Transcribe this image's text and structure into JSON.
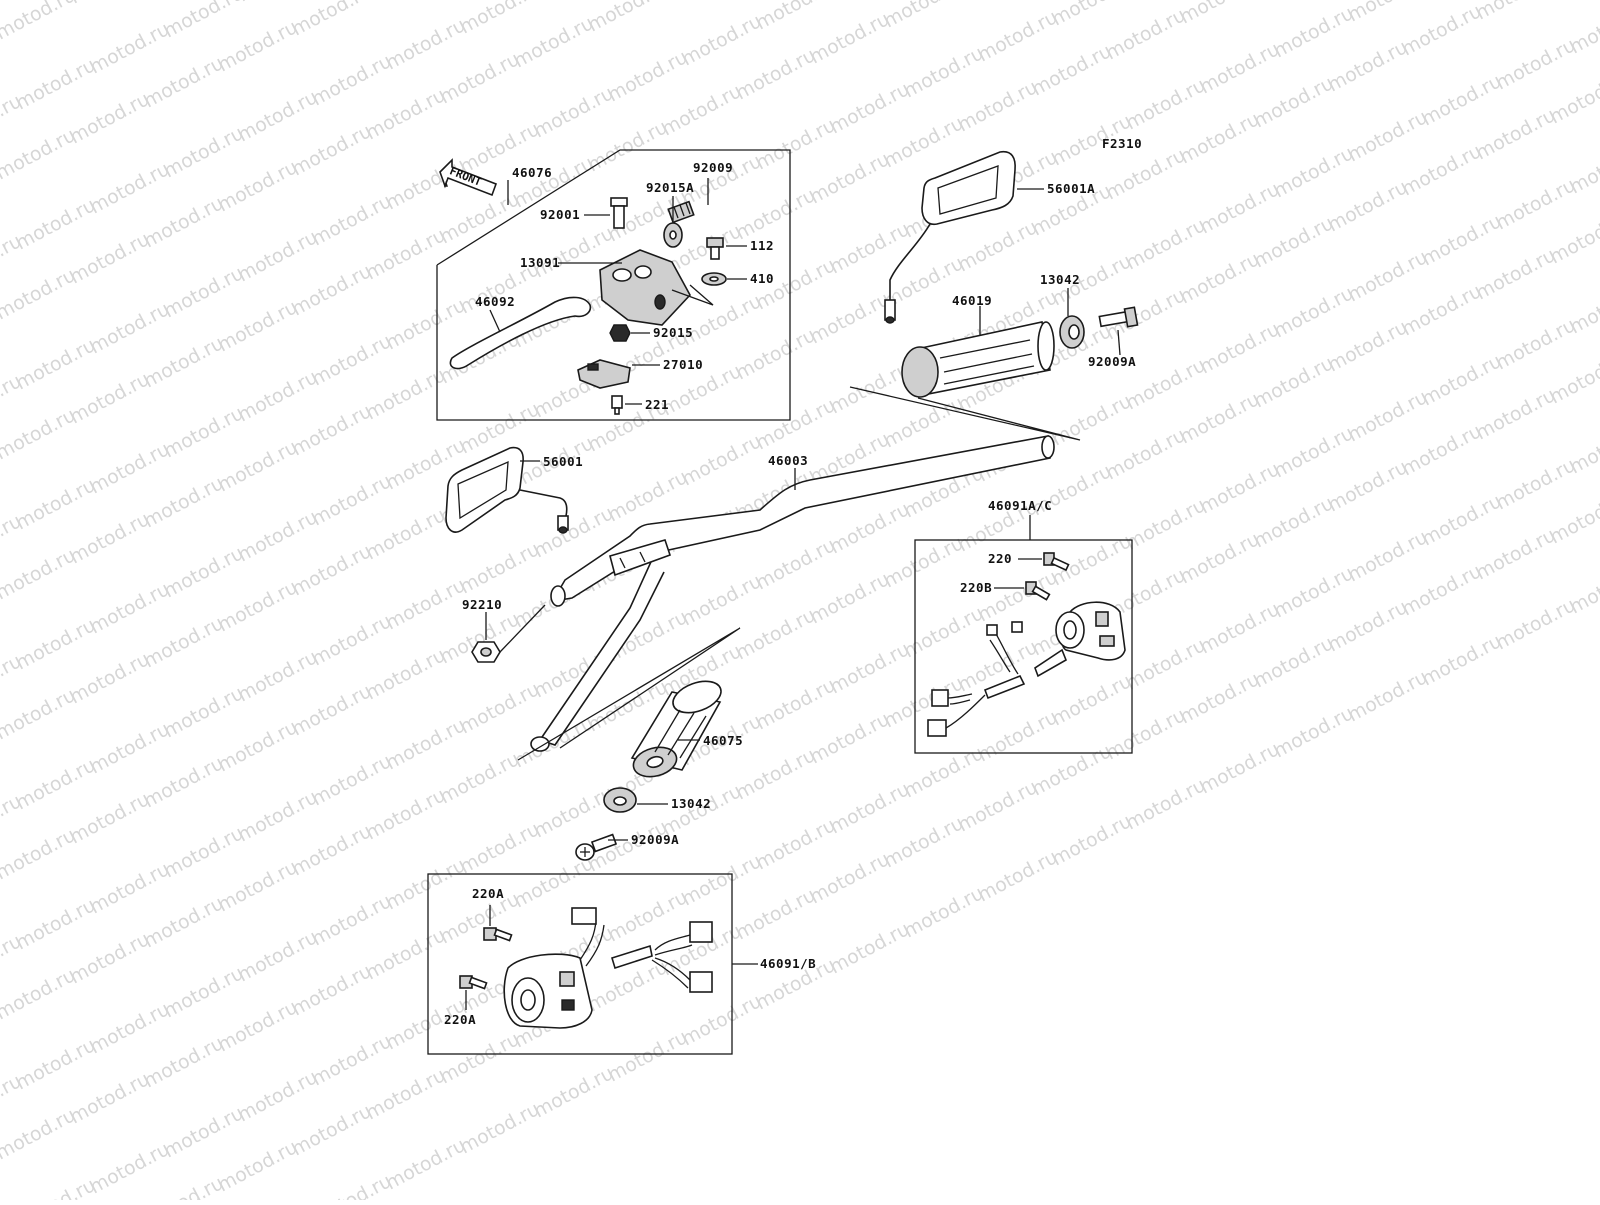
{
  "diagram": {
    "figure_code": "F2310",
    "front_arrow": "FRONT",
    "watermark": "motod.ru",
    "colors": {
      "line": "#1a1a1a",
      "watermark": "#d6d6d6",
      "background": "#ffffff"
    }
  },
  "labels": {
    "p46076": "46076",
    "p92009": "92009",
    "p92015A": "92015A",
    "p92001": "92001",
    "p112": "112",
    "p13091": "13091",
    "p410": "410",
    "p46092": "46092",
    "p92015": "92015",
    "p27010": "27010",
    "p221": "221",
    "p56001A": "56001A",
    "p13042_top": "13042",
    "p46019": "46019",
    "p92009A_top": "92009A",
    "p56001": "56001",
    "p46003": "46003",
    "p46091AC": "46091A/C",
    "p220": "220",
    "p220B": "220B",
    "p92210": "92210",
    "p46075": "46075",
    "p13042_bot": "13042",
    "p92009A_bot": "92009A",
    "p220A_top": "220A",
    "p220A_bot": "220A",
    "p46091B": "46091/B"
  }
}
